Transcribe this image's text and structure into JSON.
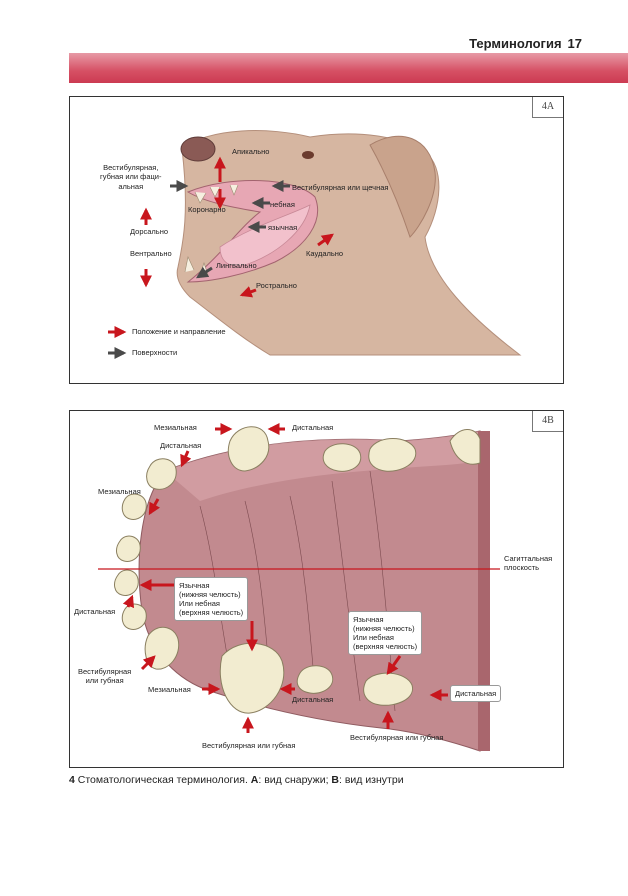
{
  "header": {
    "title": "Терминология",
    "page_number": "17"
  },
  "panel_a": {
    "tag": "4A",
    "labels": {
      "apical": "Апикально",
      "vestibular": [
        "Вестибулярная,",
        "губная или фаци-",
        "альная"
      ],
      "vestibular_cheek": "Вестибулярная или щечная",
      "coronal": "Коронарно",
      "palatal": "небная",
      "lingual": "язычная",
      "dorsal": "Дорсально",
      "ventral": "Вентрально",
      "caudal": "Каудально",
      "lingual2": "Лингвально",
      "rostral": "Рострально"
    },
    "legend": {
      "position": "Положение и направление",
      "surfaces": "Поверхности"
    }
  },
  "panel_b": {
    "tag": "4B",
    "labels": {
      "mesial_top": "Мезиальная",
      "distal_top": "Дистальная",
      "distal_2": "Дистальная",
      "mesial_left": "Мезиальная",
      "distal_left": "Дистальная",
      "vestib_left": [
        "Вестибулярная",
        "или губная"
      ],
      "mesial_bottom": "Мезиальная",
      "distal_bottom": "Дистальная",
      "vestib_bottom1": "Вестибулярная или губная",
      "vestib_bottom2": "Вестибулярная или губная",
      "sagittal": [
        "Сагиттальная",
        "плоскость"
      ]
    },
    "box1": [
      "Язычная",
      "(нижняя челюсть)",
      "Или небная",
      "(верхняя челюсть)"
    ],
    "box2": [
      "Язычная",
      "(нижняя челюсть)",
      "Или небная",
      "(верхняя челюсть)"
    ],
    "distal_box": "Дистальная"
  },
  "caption": {
    "number": "4",
    "text": "Стоматологическая терминология.",
    "a_key": "A",
    "a_text": ": вид снаружи;",
    "b_key": "B",
    "b_text": ": вид изнутри"
  },
  "colors": {
    "arrow_red": "#c8161d",
    "arrow_dark": "#4a4a4a",
    "accent_band": "#d65064"
  }
}
